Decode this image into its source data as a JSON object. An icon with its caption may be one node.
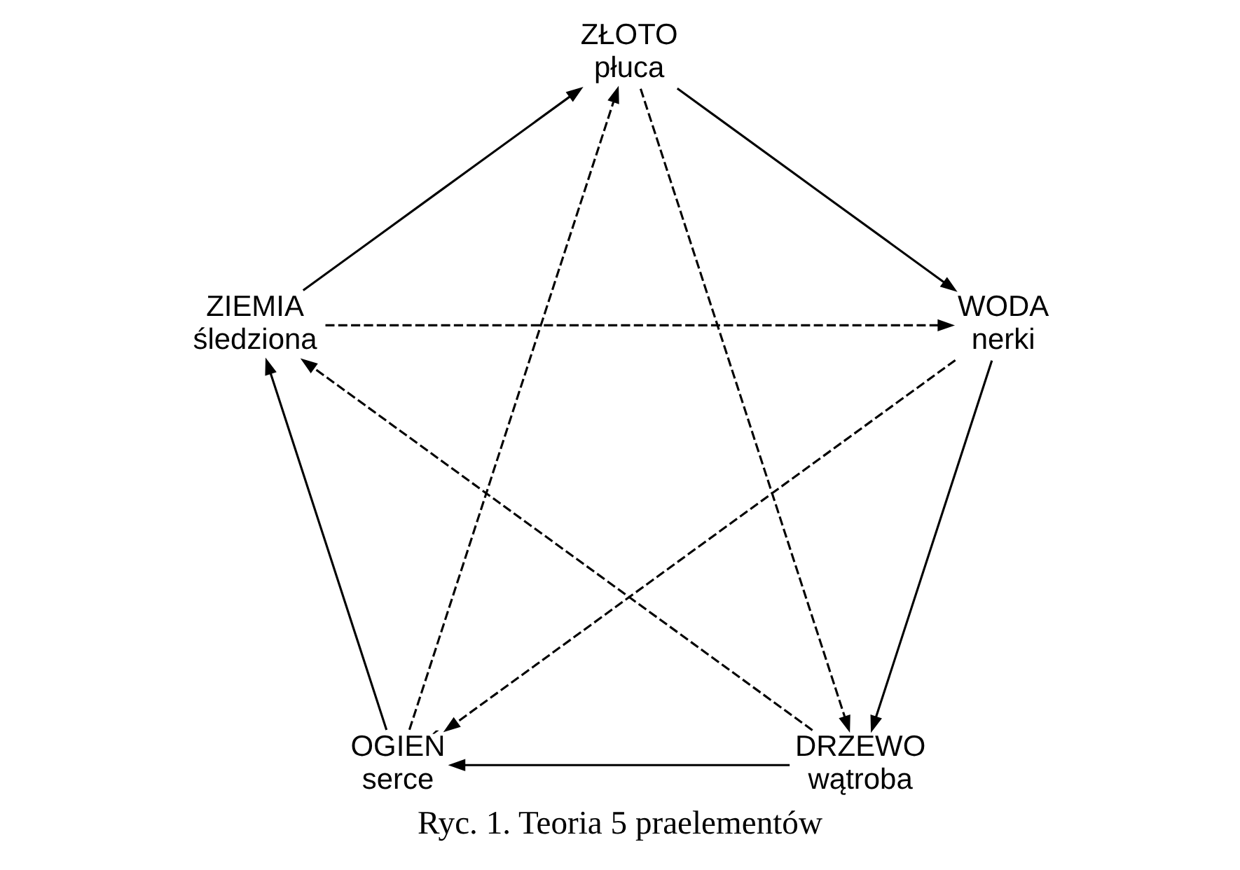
{
  "diagram": {
    "caption": "Ryc. 1. Teoria 5 praelementów",
    "nodes": [
      {
        "text": [
          "ZŁOTO",
          "płuca"
        ]
      },
      {
        "text": [
          "ZIEMIA",
          "śledziona"
        ]
      },
      {
        "text": [
          "WODA",
          "nerki"
        ]
      },
      {
        "text": [
          "OGIEŃ",
          "serce"
        ]
      },
      {
        "text": [
          "DRZEWO",
          "wątroba"
        ]
      }
    ],
    "edges": [
      {
        "from": 0,
        "to": 2,
        "arrow": "to"
      },
      {
        "from": 2,
        "to": 4,
        "arrow": "to"
      },
      {
        "from": 4,
        "to": 3,
        "arrow": "to"
      },
      {
        "from": 3,
        "to": 1,
        "arrow": "to"
      },
      {
        "from": 1,
        "to": 0,
        "arrow": "to"
      },
      {
        "from": 0,
        "to": 4,
        "arrow": "to",
        "style": "dashed"
      },
      {
        "from": 4,
        "to": 1,
        "arrow": "to",
        "style": "dashed"
      },
      {
        "from": 1,
        "to": 2,
        "arrow": "to",
        "style": "dashed"
      },
      {
        "from": 2,
        "to": 3,
        "arrow": "to",
        "style": "dashed"
      },
      {
        "from": 3,
        "to": 0,
        "arrow": "to",
        "style": "dashed"
      }
    ]
  }
}
